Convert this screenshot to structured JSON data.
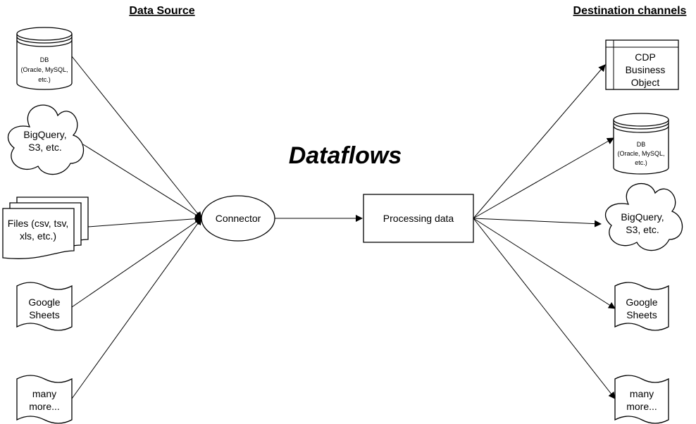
{
  "headers": {
    "source": "Data Source",
    "destination": "Destination channels"
  },
  "title": "Dataflows",
  "sources": [
    {
      "id": "db",
      "shape": "cylinder",
      "lines": [
        "DB",
        "(Oracle, MySQL,",
        "etc.)"
      ]
    },
    {
      "id": "cloud",
      "shape": "cloud",
      "lines": [
        "BigQuery,",
        "S3, etc."
      ]
    },
    {
      "id": "files",
      "shape": "multi-document",
      "lines": [
        "Files (csv, tsv,",
        "xls, etc.)"
      ]
    },
    {
      "id": "sheets",
      "shape": "tape",
      "lines": [
        "Google",
        "Sheets"
      ]
    },
    {
      "id": "more",
      "shape": "tape",
      "lines": [
        "many",
        "more..."
      ]
    }
  ],
  "connector": {
    "shape": "ellipse",
    "label": "Connector"
  },
  "processor": {
    "shape": "rectangle",
    "label": "Processing data"
  },
  "destinations": [
    {
      "id": "cdp",
      "shape": "internal-storage",
      "lines": [
        "CDP",
        "Business",
        "Object"
      ]
    },
    {
      "id": "db",
      "shape": "cylinder",
      "lines": [
        "DB",
        "(Oracle, MySQL,",
        "etc.)"
      ]
    },
    {
      "id": "cloud",
      "shape": "cloud",
      "lines": [
        "BigQuery,",
        "S3, etc."
      ]
    },
    {
      "id": "sheets",
      "shape": "tape",
      "lines": [
        "Google",
        "Sheets"
      ]
    },
    {
      "id": "more",
      "shape": "tape",
      "lines": [
        "many",
        "more..."
      ]
    }
  ]
}
